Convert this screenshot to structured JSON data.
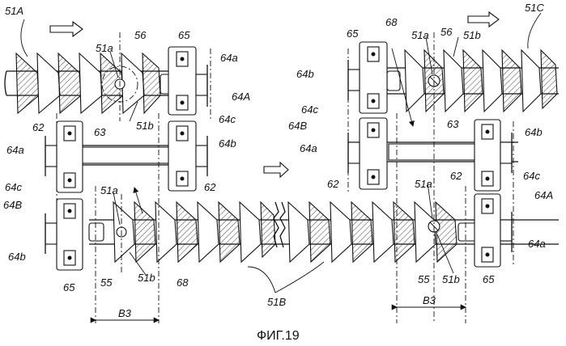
{
  "figure": {
    "caption": "ФИГ.19",
    "labels": {
      "auger_a": "51A",
      "auger_b": "51B",
      "auger_c": "51C",
      "flight_edge_a": "51a",
      "flight_edge_b": "51b",
      "bearing_unit": "65",
      "gear": "62",
      "shaft": "63",
      "shaft_arrow": "68",
      "pivot_56": "56",
      "pivot_55": "55",
      "chain_64a": "64a",
      "chain_64b": "64b",
      "chain_64c": "64c",
      "chain_64A": "64A",
      "chain_64B": "64B",
      "pitch": "B3"
    }
  }
}
